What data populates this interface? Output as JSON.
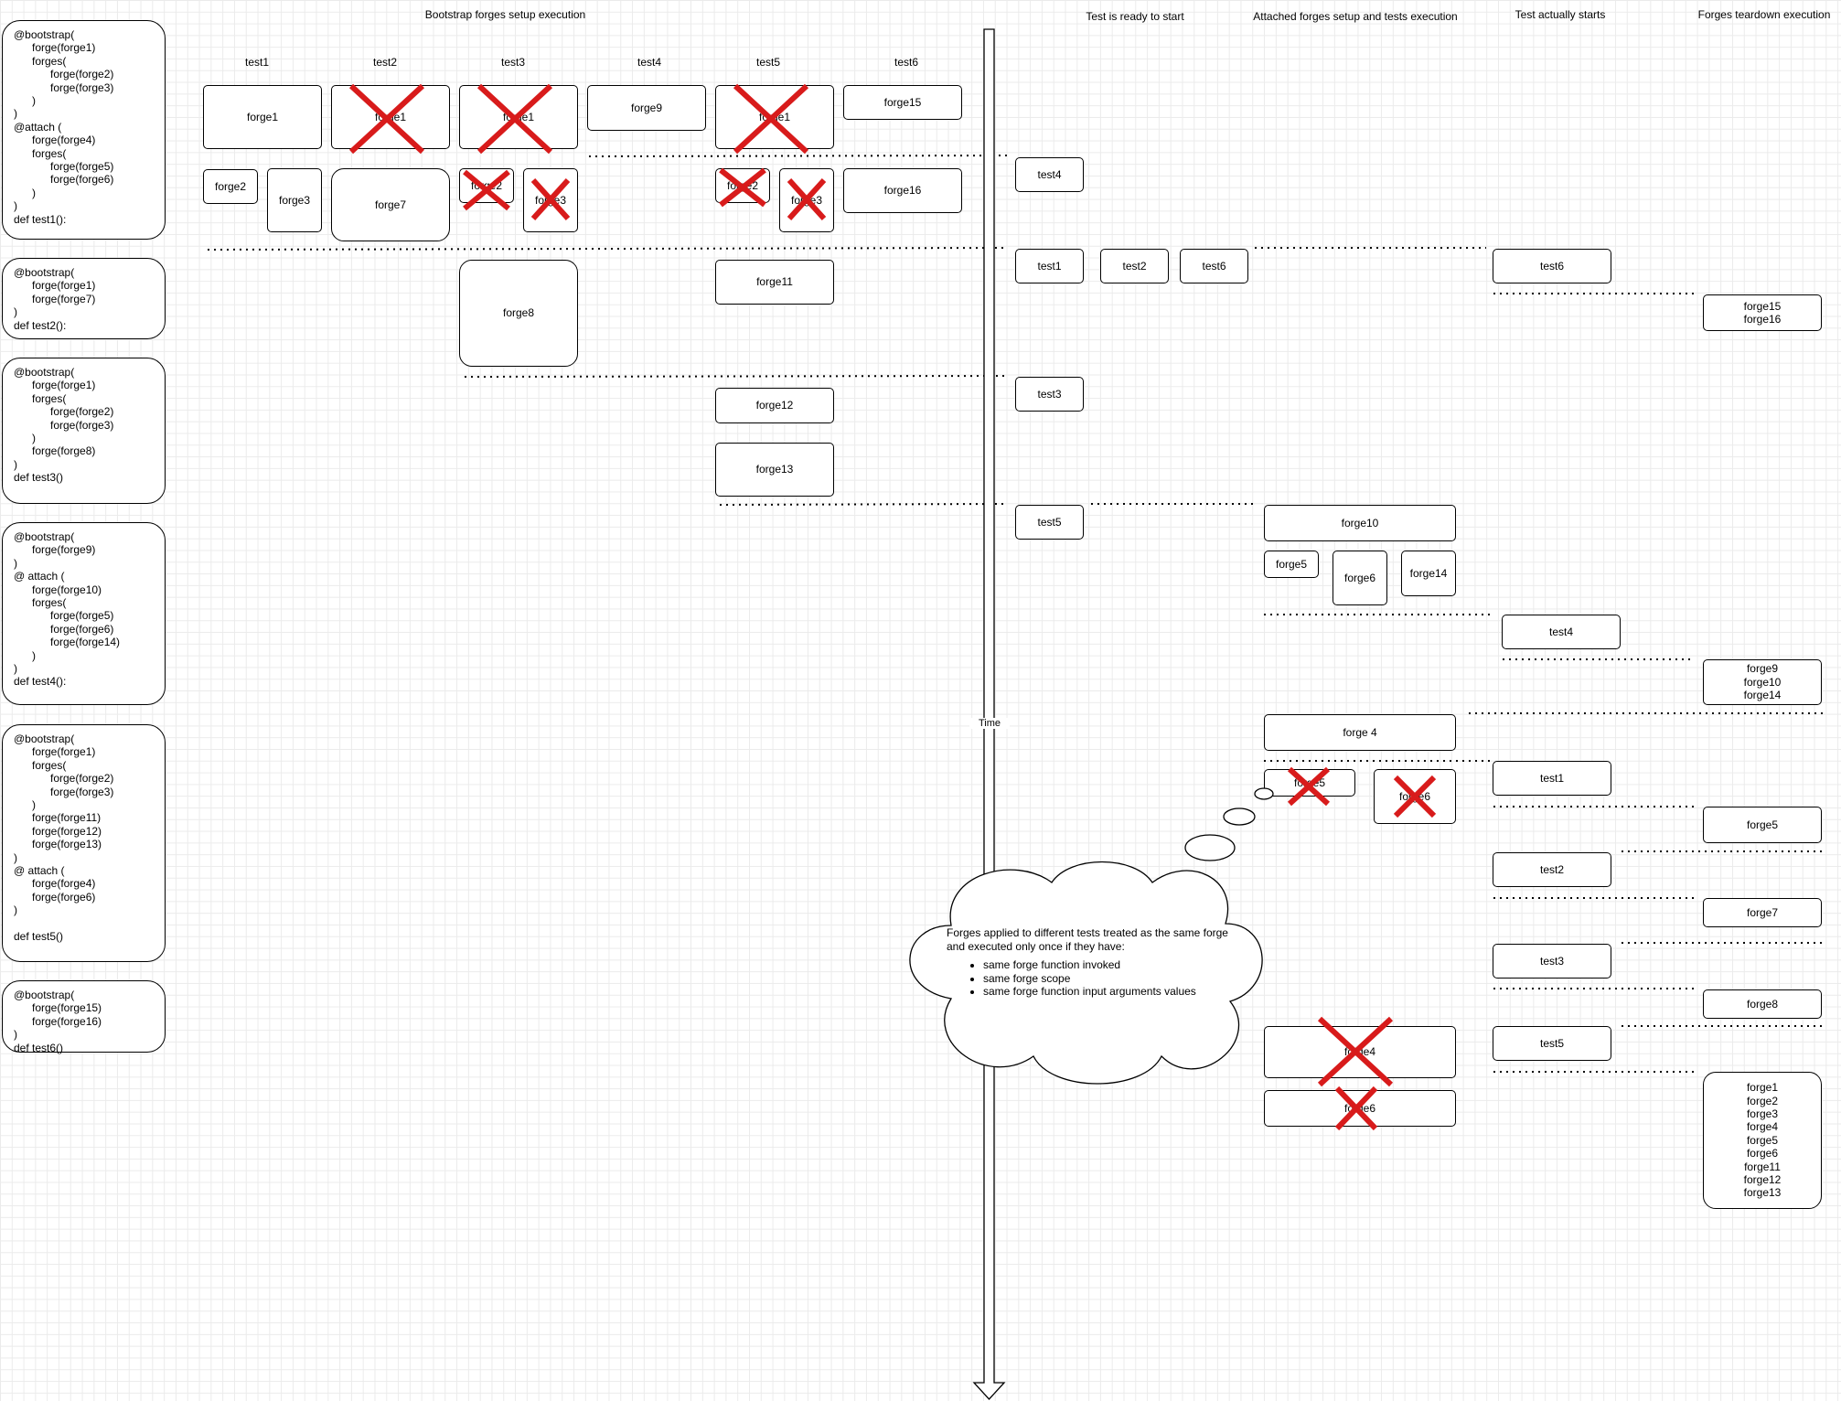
{
  "headers": {
    "bootstrap": "Bootstrap forges setup execution",
    "ready": "Test is ready to start",
    "attached": "Attached forges setup and tests execution",
    "starts": "Test actually starts",
    "teardown": "Forges teardown execution"
  },
  "columns": [
    "test1",
    "test2",
    "test3",
    "test4",
    "test5",
    "test6"
  ],
  "code_blocks": [
    "@bootstrap(\n      forge(forge1)\n      forges(\n            forge(forge2)\n            forge(forge3)\n      )\n)\n@attach (\n      forge(forge4)\n      forges(\n            forge(forge5)\n            forge(forge6)\n      )\n)\ndef test1():",
    "@bootstrap(\n      forge(forge1)\n      forge(forge7)\n)\ndef test2():",
    "@bootstrap(\n      forge(forge1)\n      forges(\n            forge(forge2)\n            forge(forge3)\n      )\n      forge(forge8)\n)\ndef test3()",
    "@bootstrap(\n      forge(forge9)\n)\n@ attach (\n      forge(forge10)\n      forges(\n            forge(forge5)\n            forge(forge6)\n            forge(forge14)\n      )\n)\ndef test4():",
    "@bootstrap(\n      forge(forge1)\n      forges(\n            forge(forge2)\n            forge(forge3)\n      )\n      forge(forge11)\n      forge(forge12)\n      forge(forge13)\n)\n@ attach (\n      forge(forge4)\n      forge(forge6)\n)\n\ndef test5()",
    "@bootstrap(\n      forge(forge15)\n      forge(forge16)\n)\ndef test6()"
  ],
  "bootstrap_boxes": [
    "forge1",
    "forge1",
    "forge1",
    "forge9",
    "forge1",
    "forge15",
    "forge2",
    "forge3",
    "forge7",
    "forge2",
    "forge3",
    "forge2",
    "forge3",
    "forge16",
    "forge8",
    "forge11",
    "forge12",
    "forge13"
  ],
  "ready_boxes": [
    "test4",
    "test1",
    "test2",
    "test6",
    "test3",
    "test5"
  ],
  "attached_boxes": [
    "forge10",
    "forge5",
    "forge6",
    "forge14",
    "forge 4",
    "forge5",
    "forge6",
    "forge4",
    "forge6"
  ],
  "start_boxes": [
    "test6",
    "test4",
    "test1",
    "test2",
    "test3",
    "test5"
  ],
  "teardown_boxes": [
    "forge15\nforge16",
    "forge9\nforge10\nforge14",
    "forge5",
    "forge7",
    "forge8",
    "forge1\nforge2\nforge3\nforge4\nforge5\nforge6\nforge11\nforge12\nforge13"
  ],
  "time_label": "Time",
  "note": {
    "intro": "Forges applied to different tests treated as the same forge and executed only once if they have:",
    "items": [
      "same forge function invoked",
      "same forge scope",
      "same forge function input arguments values"
    ]
  }
}
